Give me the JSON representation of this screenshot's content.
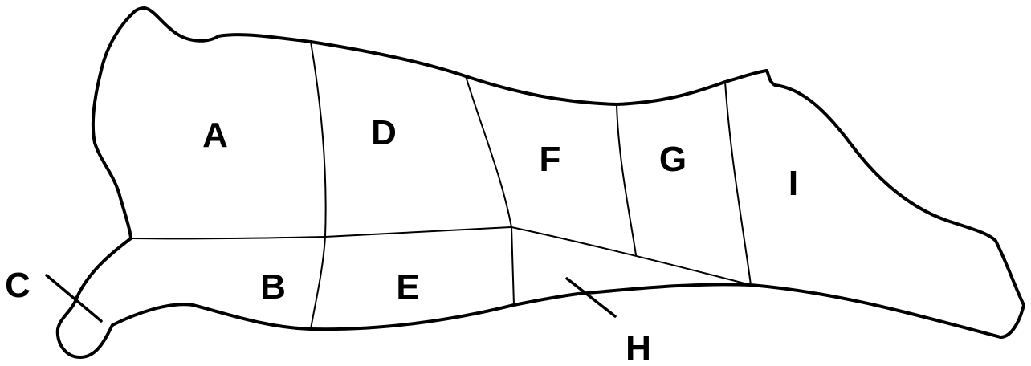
{
  "diagram": {
    "cut_labels": {
      "a": "A",
      "b": "B",
      "c": "C",
      "d": "D",
      "e": "E",
      "f": "F",
      "g": "G",
      "h": "H",
      "i": "I"
    }
  }
}
